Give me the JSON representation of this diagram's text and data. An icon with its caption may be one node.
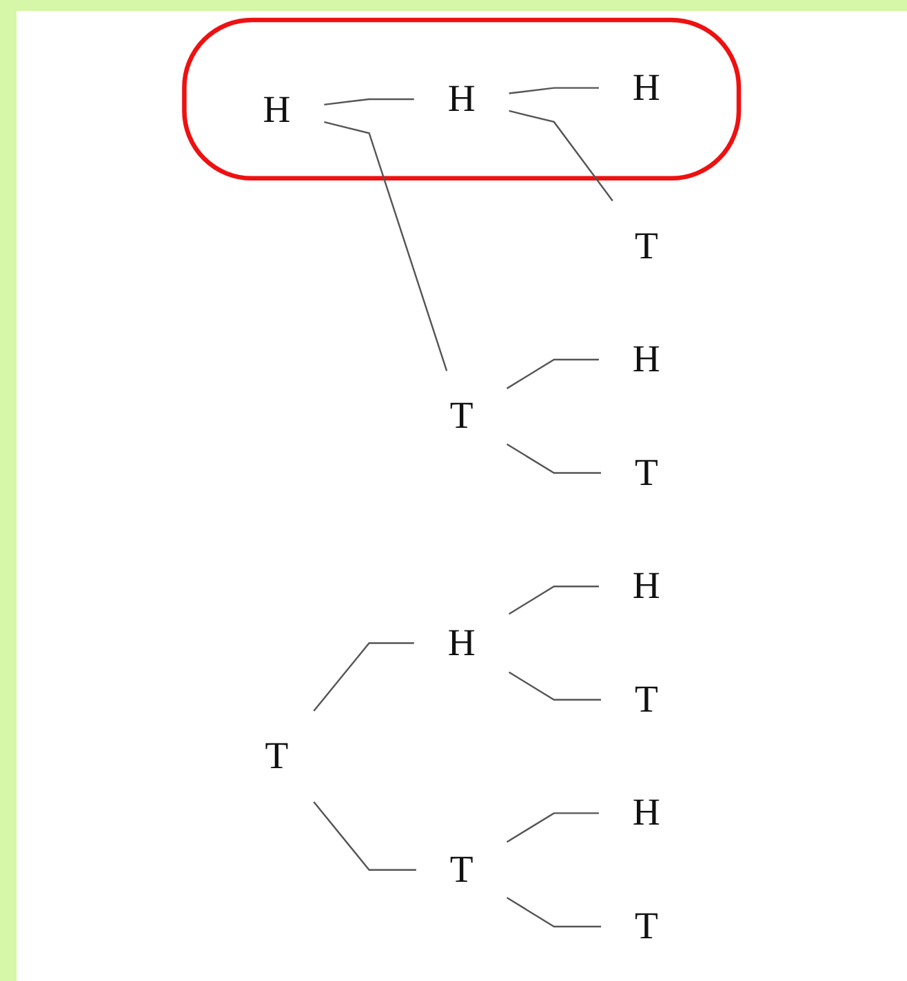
{
  "diagram": {
    "nodes": [
      {
        "text": [],
        "shape": "ellipse"
      },
      {
        "text": [
          "H"
        ],
        "in": 0
      },
      {
        "text": [
          "H"
        ],
        "in": 0
      },
      {
        "text": [
          "T"
        ]
      },
      {
        "text": [
          "H"
        ],
        "in": 0
      },
      {
        "text": [
          "T"
        ]
      },
      {
        "text": [
          "H"
        ]
      },
      {
        "text": [
          "T"
        ]
      },
      {
        "text": [
          "T"
        ]
      },
      {
        "text": [
          "H"
        ]
      },
      {
        "text": [
          "T"
        ]
      },
      {
        "text": [
          "H"
        ]
      },
      {
        "text": [
          "T"
        ]
      },
      {
        "text": [
          "H"
        ]
      },
      {
        "text": [
          "T"
        ]
      }
    ],
    "edges": [
      {
        "from": 1,
        "to": 2,
        "arrow": "none"
      },
      {
        "from": 1,
        "to": 3,
        "arrow": "none"
      },
      {
        "from": 2,
        "to": 4,
        "arrow": "none"
      },
      {
        "from": 2,
        "to": 5,
        "arrow": "none"
      },
      {
        "from": 3,
        "to": 6,
        "arrow": "none"
      },
      {
        "from": 3,
        "to": 7,
        "arrow": "none"
      },
      {
        "from": 8,
        "to": 9,
        "arrow": "none"
      },
      {
        "from": 8,
        "to": 10,
        "arrow": "none"
      },
      {
        "from": 9,
        "to": 11,
        "arrow": "none"
      },
      {
        "from": 9,
        "to": 12,
        "arrow": "none"
      },
      {
        "from": 10,
        "to": 13,
        "arrow": "none"
      },
      {
        "from": 10,
        "to": 14,
        "arrow": "none"
      }
    ]
  }
}
